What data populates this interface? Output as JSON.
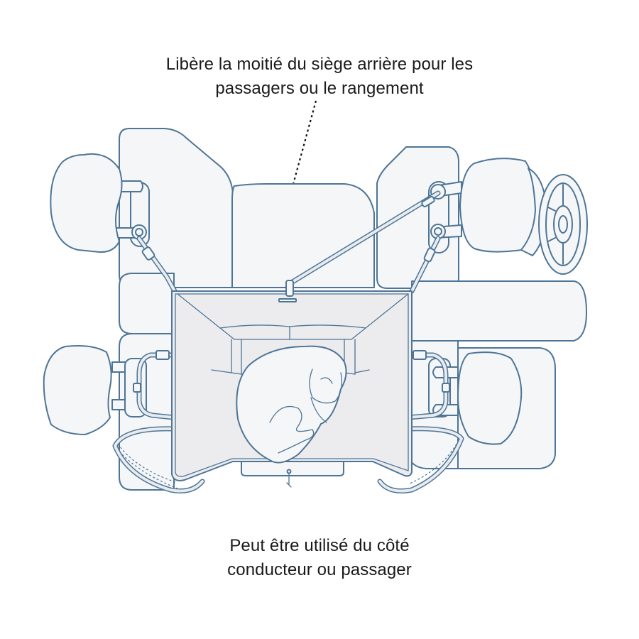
{
  "captions": {
    "top": "Libère la moitié du siège arrière pour les passagers ou le rangement",
    "bottom": "Peut être utilisé du côté conducteur ou passager"
  },
  "illustration": {
    "subject": "top-down view of car seats with a half-seat dog hammock cover and a sleeping dog",
    "colors": {
      "outline": "#4e7596",
      "seat_fill": "#f5f6f8",
      "cover_fill": "#ececee",
      "text": "#1a1a1a",
      "background": "#ffffff"
    },
    "icons": [
      "steering-wheel-icon",
      "headrest-icon",
      "buckle-icon",
      "dog-icon"
    ]
  }
}
